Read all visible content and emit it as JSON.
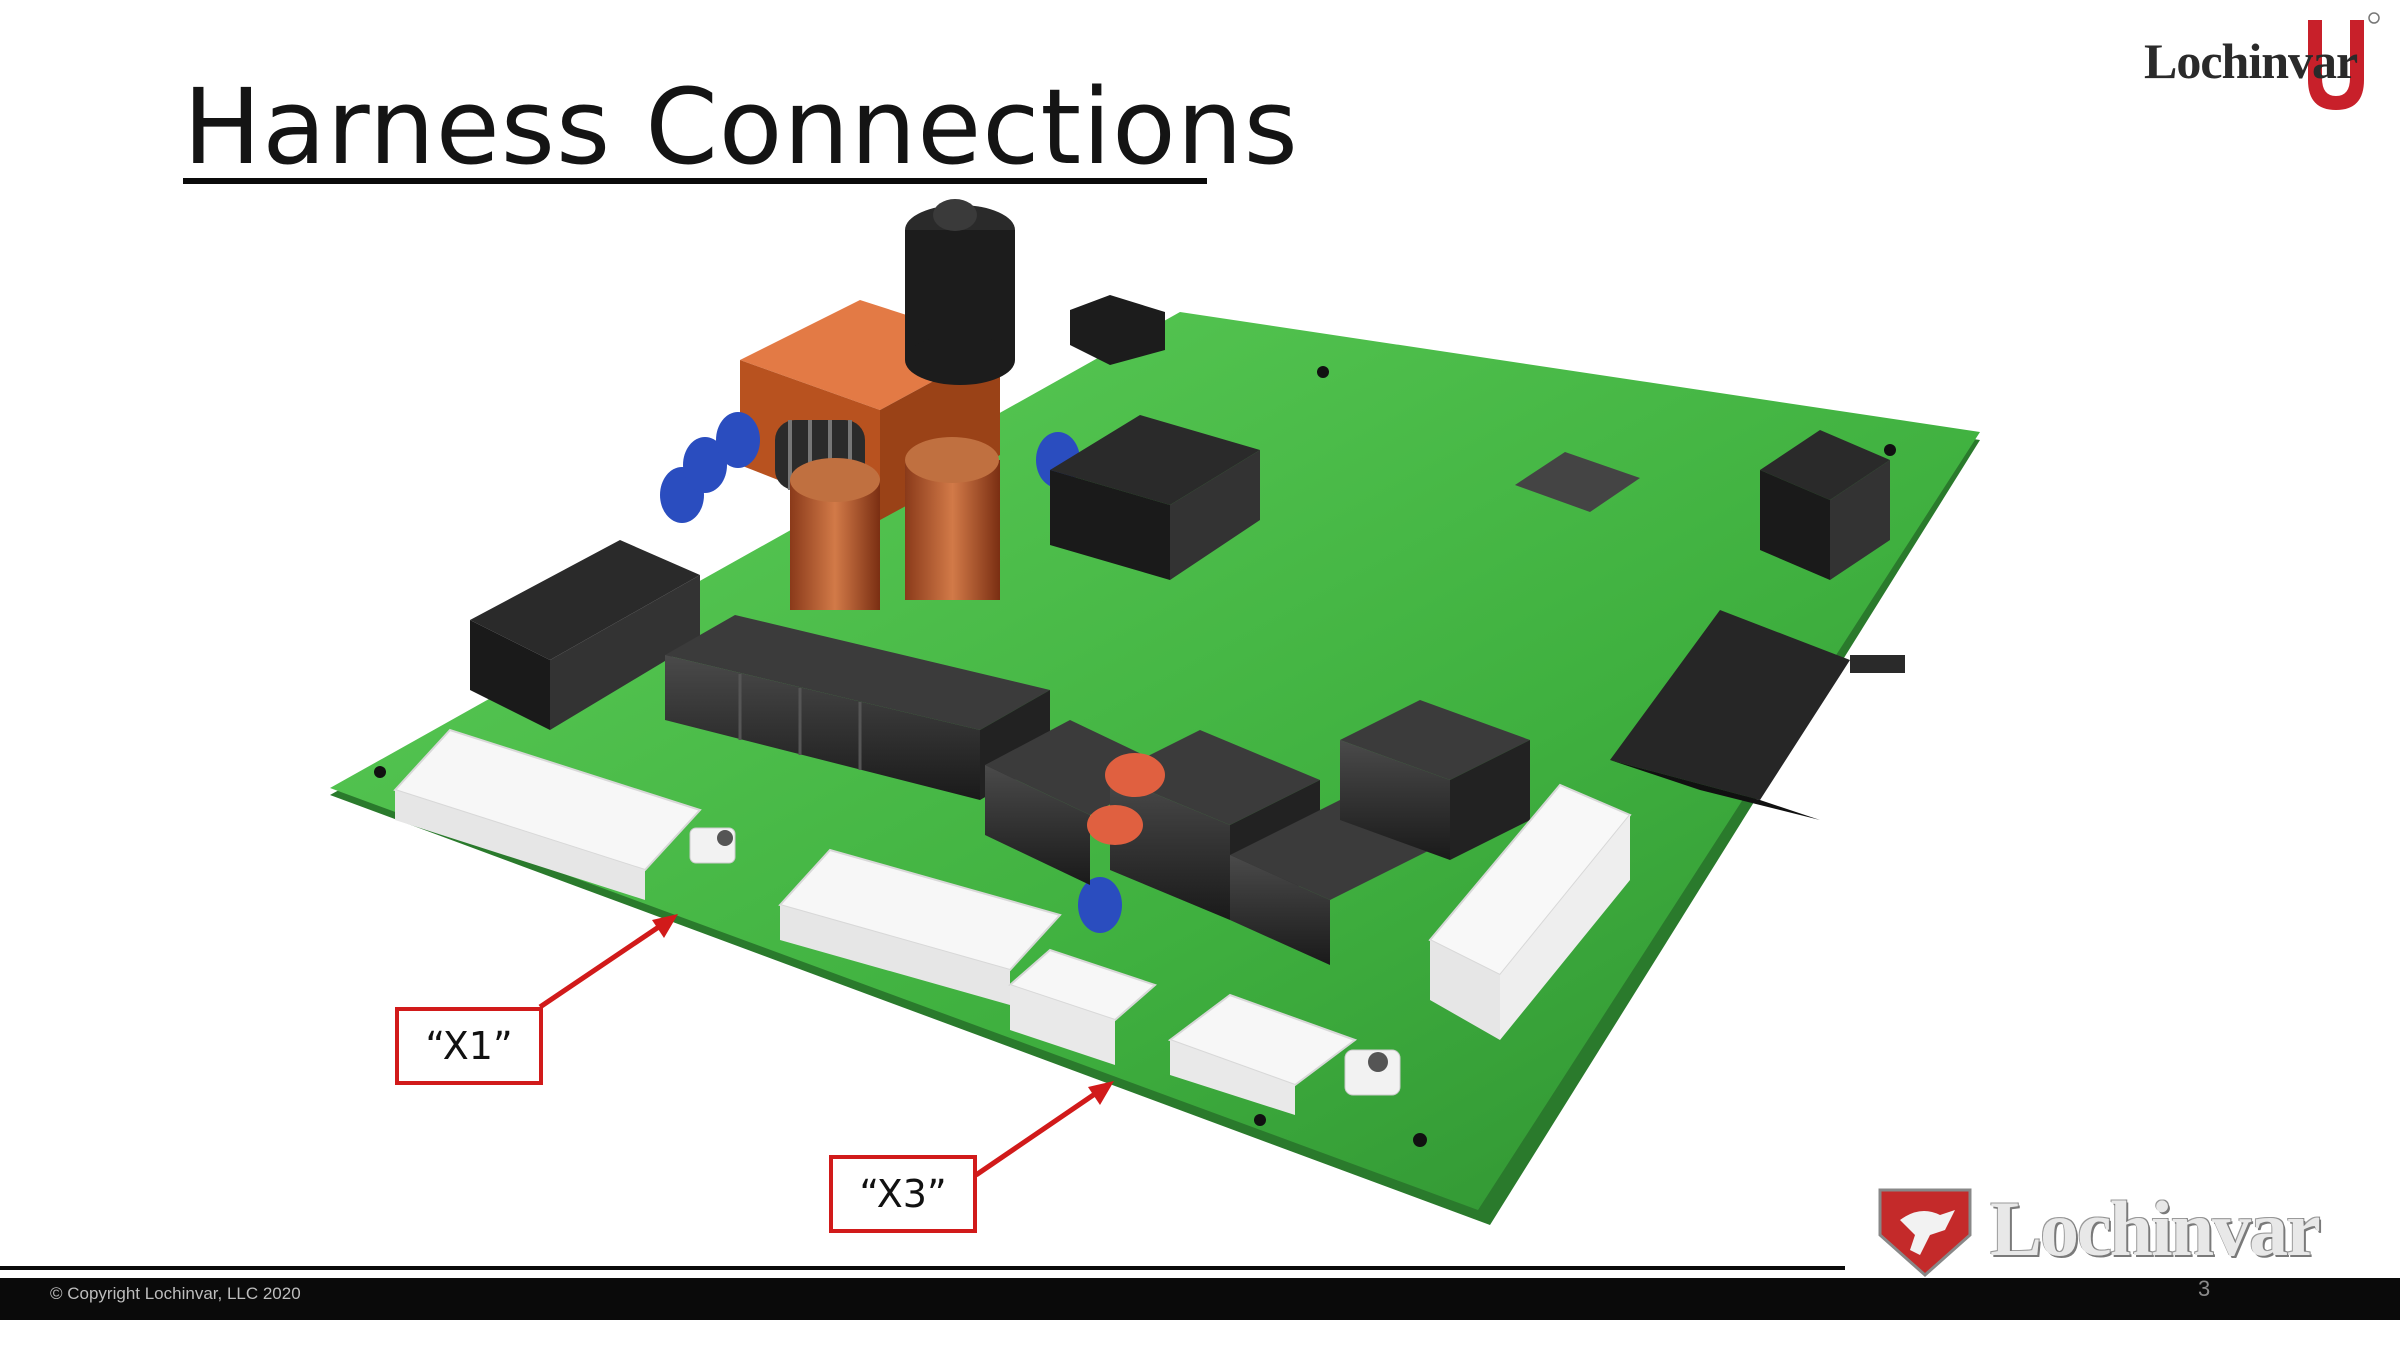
{
  "slide": {
    "title": "Harness Connections",
    "page_number": "3",
    "copyright": "© Copyright Lochinvar, LLC 2020"
  },
  "logos": {
    "top_brand": "Lochinvar",
    "bottom_brand": "Lochinvar"
  },
  "callouts": [
    {
      "label": "“X1”"
    },
    {
      "label": "“X3”"
    }
  ],
  "colors": {
    "board_green": "#3fb03f",
    "callout_red": "#d11a1a",
    "title_text": "#141414",
    "footer_bar": "#0a0a0a"
  }
}
